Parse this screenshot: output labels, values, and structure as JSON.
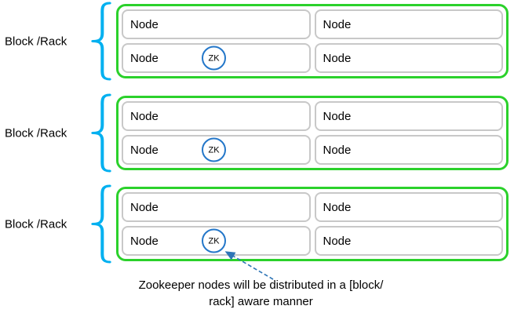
{
  "blocks": [
    {
      "label": "Block /Rack",
      "nodes": [
        "Node",
        "Node",
        "Node",
        "Node"
      ],
      "zk": "ZK"
    },
    {
      "label": "Block /Rack",
      "nodes": [
        "Node",
        "Node",
        "Node",
        "Node"
      ],
      "zk": "ZK"
    },
    {
      "label": "Block /Rack",
      "nodes": [
        "Node",
        "Node",
        "Node",
        "Node"
      ],
      "zk": "ZK"
    }
  ],
  "annotation": {
    "line1": "Zookeeper nodes will be distributed in a [block/",
    "line2": "rack] aware manner"
  },
  "colors": {
    "green": "#2bd12b",
    "node-border": "#c8c8c8",
    "zk-blue": "#2477c9",
    "brace-cyan": "#00b0f0",
    "arrow-blue": "#2e75b6",
    "text": "#000000"
  }
}
